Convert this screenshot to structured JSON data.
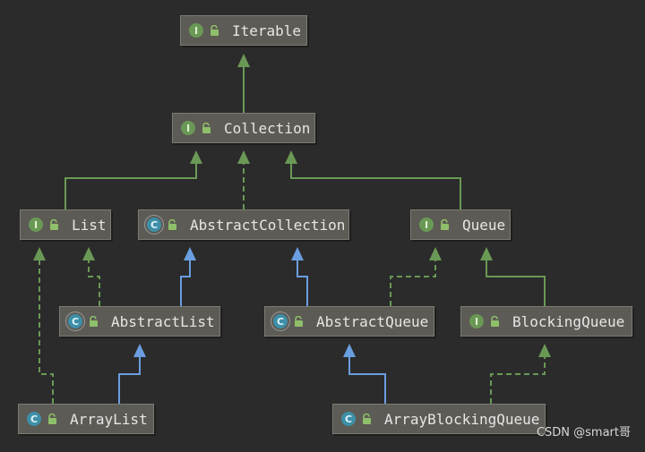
{
  "diagram": {
    "nodes": [
      {
        "id": "iterable",
        "label": "Iterable",
        "kind": "interface",
        "badge": "I"
      },
      {
        "id": "collection",
        "label": "Collection",
        "kind": "interface",
        "badge": "I"
      },
      {
        "id": "list",
        "label": "List",
        "kind": "interface",
        "badge": "I"
      },
      {
        "id": "abstract_collection",
        "label": "AbstractCollection",
        "kind": "abstract",
        "badge": "C"
      },
      {
        "id": "queue",
        "label": "Queue",
        "kind": "interface",
        "badge": "I"
      },
      {
        "id": "abstract_list",
        "label": "AbstractList",
        "kind": "abstract",
        "badge": "C"
      },
      {
        "id": "abstract_queue",
        "label": "AbstractQueue",
        "kind": "abstract",
        "badge": "C"
      },
      {
        "id": "blocking_queue",
        "label": "BlockingQueue",
        "kind": "interface",
        "badge": "I"
      },
      {
        "id": "array_list",
        "label": "ArrayList",
        "kind": "class",
        "badge": "C"
      },
      {
        "id": "array_blocking_queue",
        "label": "ArrayBlockingQueue",
        "kind": "class",
        "badge": "C"
      }
    ],
    "edges": [
      {
        "from": "collection",
        "to": "iterable",
        "type": "extends-interface"
      },
      {
        "from": "list",
        "to": "collection",
        "type": "extends-interface"
      },
      {
        "from": "abstract_collection",
        "to": "collection",
        "type": "implements"
      },
      {
        "from": "queue",
        "to": "collection",
        "type": "extends-interface"
      },
      {
        "from": "abstract_list",
        "to": "list",
        "type": "implements"
      },
      {
        "from": "abstract_list",
        "to": "abstract_collection",
        "type": "extends-class"
      },
      {
        "from": "abstract_queue",
        "to": "abstract_collection",
        "type": "extends-class"
      },
      {
        "from": "abstract_queue",
        "to": "queue",
        "type": "implements"
      },
      {
        "from": "blocking_queue",
        "to": "queue",
        "type": "extends-interface"
      },
      {
        "from": "array_list",
        "to": "abstract_list",
        "type": "extends-class"
      },
      {
        "from": "array_list",
        "to": "list",
        "type": "implements"
      },
      {
        "from": "array_blocking_queue",
        "to": "abstract_queue",
        "type": "extends-class"
      },
      {
        "from": "array_blocking_queue",
        "to": "blocking_queue",
        "type": "implements"
      }
    ],
    "colors": {
      "background": "#2b2b2b",
      "interface_edge": "#6a9955",
      "class_edge": "#6a9ee0",
      "node_fill": "#5d5b55",
      "interface_badge": "#6a9955",
      "class_badge": "#3e8fa8"
    },
    "icons": {
      "interface": "interface-icon",
      "class": "class-icon",
      "abstract": "abstract-class-icon",
      "visibility": "public-lock-icon"
    }
  },
  "watermark": "CSDN @smart哥"
}
